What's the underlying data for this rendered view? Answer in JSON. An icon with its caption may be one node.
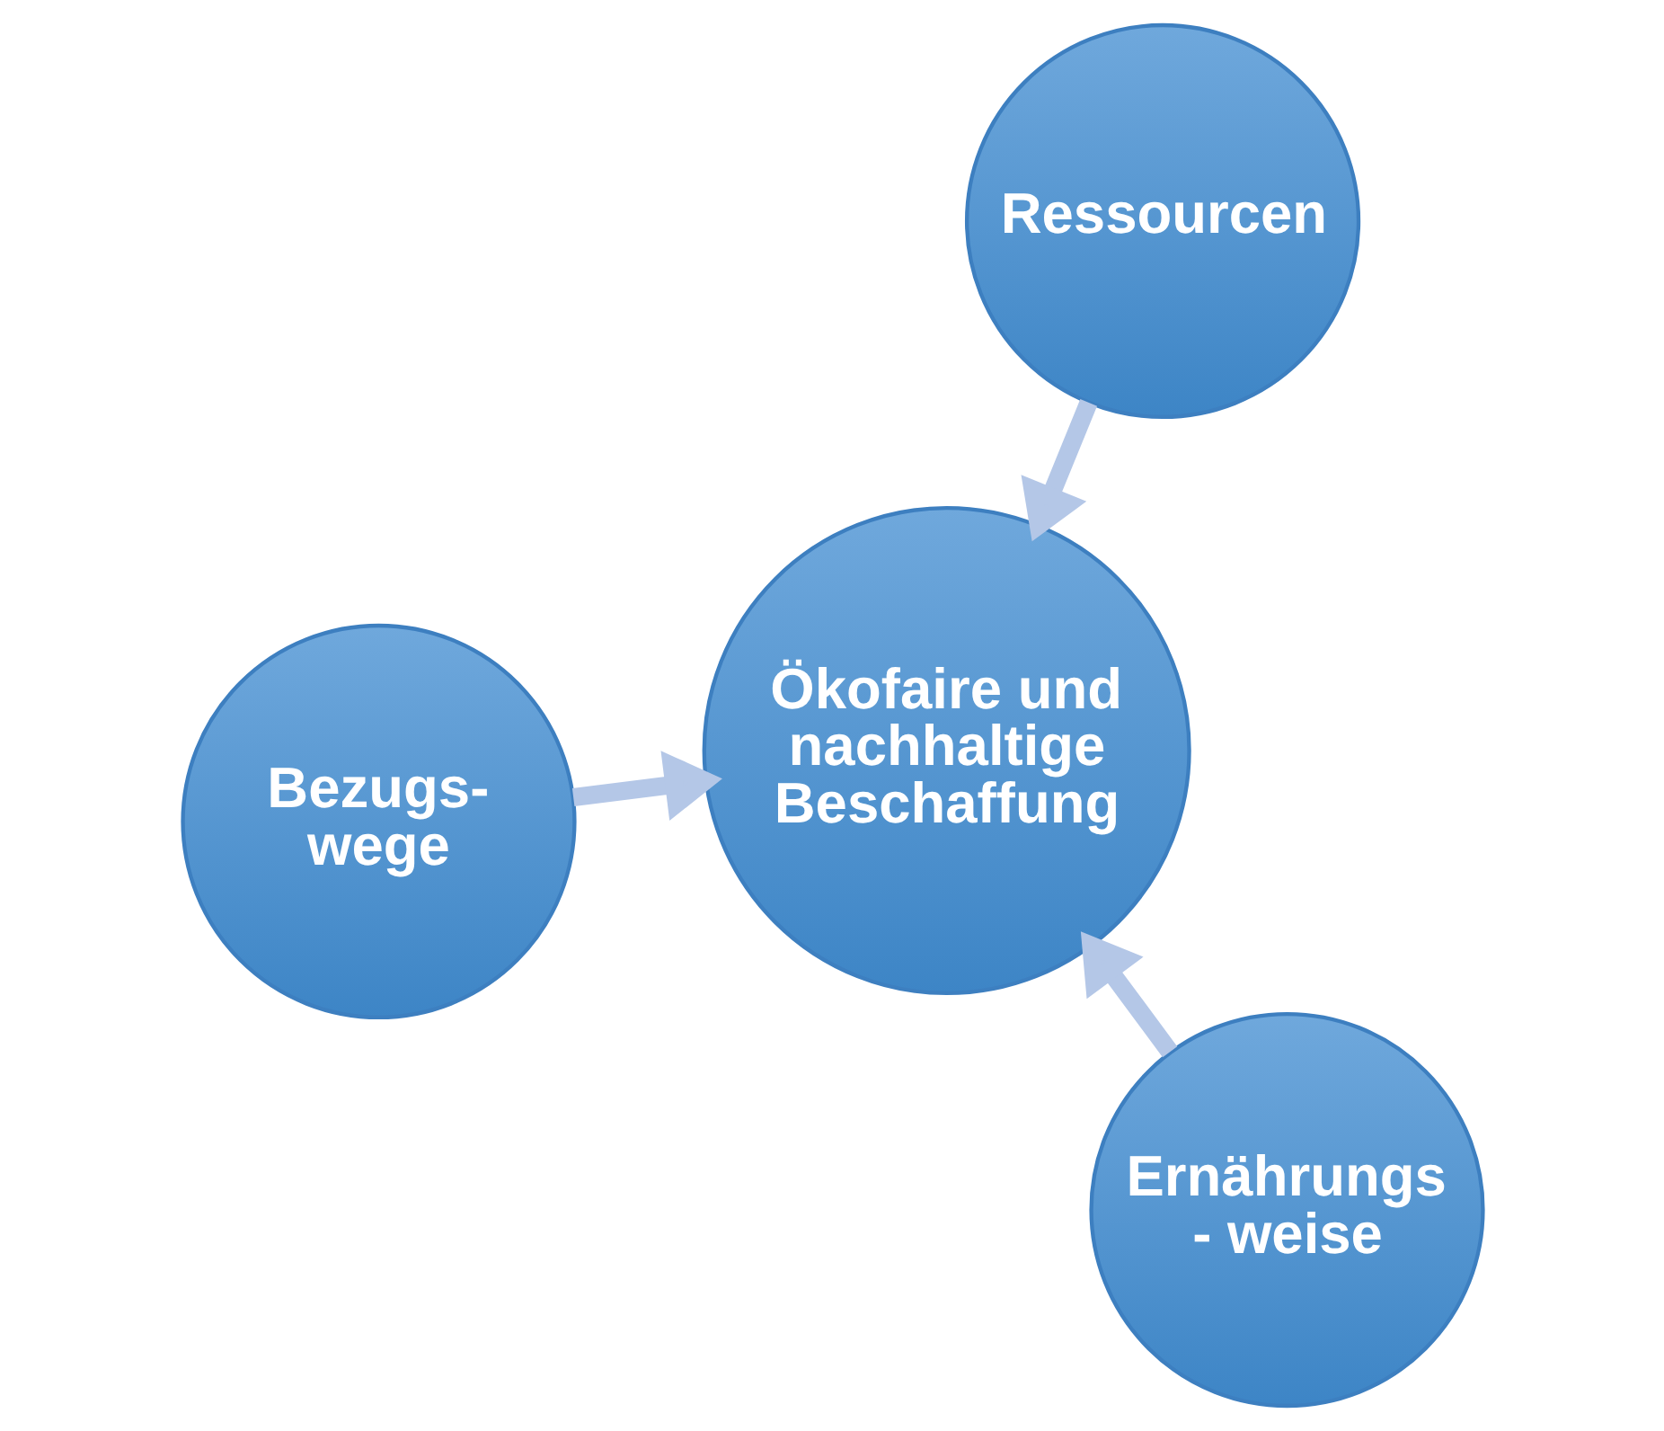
{
  "diagram": {
    "nodes": [
      {
        "text": [
          "Bezugs- wege"
        ]
      },
      {
        "text": [
          "Ökofaire und nachhaltige Beschaffung"
        ]
      },
      {
        "text": [
          "Ernährungs - weise"
        ]
      },
      {
        "text": [
          "Ressourcen"
        ]
      }
    ],
    "edges": [
      {
        "from": 0,
        "to": 1,
        "arrow": "to"
      },
      {
        "from": 2,
        "to": 1,
        "arrow": "to"
      },
      {
        "from": 3,
        "to": 1,
        "arrow": "to"
      }
    ]
  }
}
